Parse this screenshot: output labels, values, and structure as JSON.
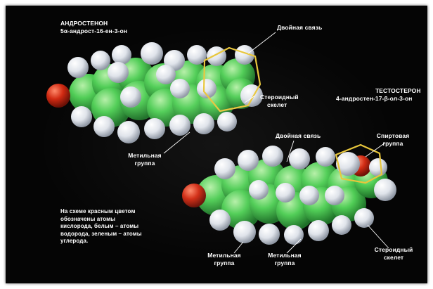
{
  "androstenone": {
    "title": "АНДРОСТЕНОН",
    "formula": "5α-андрост-16-ен-3-он"
  },
  "testosterone": {
    "title": "ТЕСТОСТЕРОН",
    "formula": "4-андростен-17-β-ол-3-он"
  },
  "labels": {
    "double_bond_top": "Двойная связь",
    "steroid_skeleton_top_1": "Стероидный",
    "steroid_skeleton_top_2": "скелет",
    "methyl_group_top_1": "Метильная",
    "methyl_group_top_2": "группа",
    "double_bond_bottom": "Двойная связь",
    "alcohol_group_1": "Спиртовая",
    "alcohol_group_2": "группа",
    "methyl_group_bottom_left_1": "Метильная",
    "methyl_group_bottom_left_2": "группа",
    "methyl_group_bottom_mid_1": "Метильная",
    "methyl_group_bottom_mid_2": "группа",
    "steroid_skeleton_bottom_1": "Стероидный",
    "steroid_skeleton_bottom_2": "скелет"
  },
  "legend": {
    "text": "На схеме красным цветом обозначены атомы кислорода, белым – атомы водорода, зеленым – атомы углерода."
  },
  "colors": {
    "background": "#050505",
    "oxygen": "#d12a12",
    "hydrogen": "#e6e9ee",
    "carbon": "#3fbf4a",
    "highlight": "#e8c63a"
  }
}
